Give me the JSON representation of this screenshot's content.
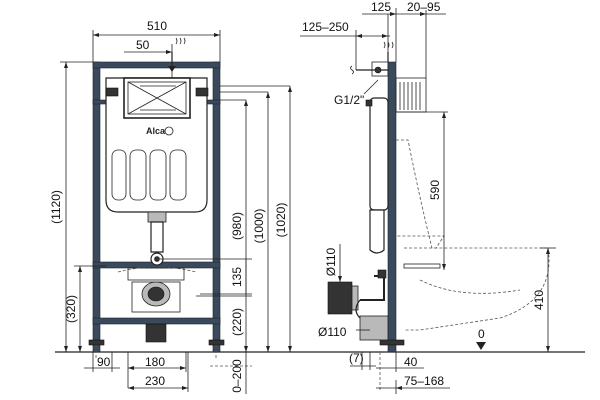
{
  "front_view": {
    "brand_label": "Alca",
    "dims": {
      "width_top": "510",
      "offset_top": "50",
      "height_total": "(1120)",
      "height_320": "(320)",
      "h_980": "(980)",
      "h_1000": "(1000)",
      "h_1020": "(1020)",
      "h_135": "135",
      "h_220": "(220)",
      "h_0_200": "0–200",
      "bottom_90": "90",
      "bottom_180": "180",
      "bottom_230": "230"
    }
  },
  "side_view": {
    "dims": {
      "top_125_250": "125–250",
      "top_125": "125",
      "top_20_95": "20–95",
      "pipe_g": "G1/2\"",
      "h_590": "590",
      "d_110_upper": "Ø110",
      "d_110_lower": "Ø110",
      "h_410": "410",
      "zero": "0",
      "bottom_7": "(7)",
      "bottom_40": "40",
      "bottom_75_168": "75–168"
    }
  }
}
